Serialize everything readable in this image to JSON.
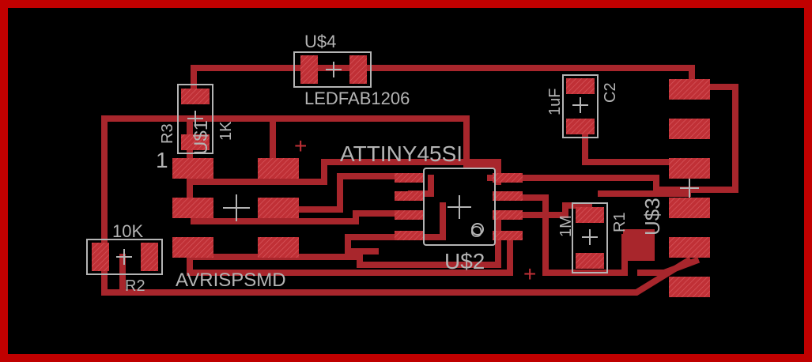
{
  "colors": {
    "background": "#000000",
    "board_outline": "#c00000",
    "trace": "#a8262c",
    "pad": "#c03036",
    "silkscreen": "#b4b4b4"
  },
  "parts": {
    "u4": {
      "name": "U$4",
      "value": "LEDFAB1206"
    },
    "r3": {
      "name": "R3",
      "value": "1K"
    },
    "c2": {
      "name": "C2",
      "value": "1uF"
    },
    "u2": {
      "name": "U$2",
      "value": "ATTINY45SI"
    },
    "r2": {
      "name": "R2",
      "value": "10K"
    },
    "r1": {
      "name": "R1",
      "value": "1M"
    },
    "u3": {
      "name": "U$3"
    },
    "isp": {
      "value": "AVRISPSMD"
    }
  },
  "misc_text": {
    "isp_pin1": "1",
    "u1_ghost": "U$1",
    "plus_marks": [
      "+",
      "+"
    ],
    "ic_pin1_marker": "O"
  }
}
